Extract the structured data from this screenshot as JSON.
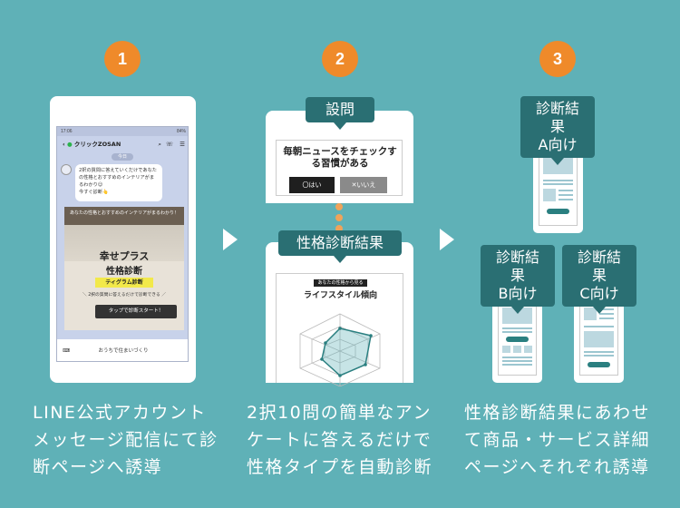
{
  "steps": [
    {
      "number": "1",
      "caption": "LINE公式アカウント\nメッセージ配信にて診\n断ページへ誘導"
    },
    {
      "number": "2",
      "caption": "2択10問の簡単なアン\nケートに答えるだけで\n性格タイプを自動診断"
    },
    {
      "number": "3",
      "caption": "性格診断結果にあわせ\nて商品・サービス詳細\nページへそれぞれ誘導"
    }
  ],
  "phone": {
    "status_time": "17:06",
    "status_right": "84%",
    "account_name": "クリックZOSAN",
    "date_chip": "今日",
    "message": "2択の質問に答えていくだけであなたの性格とおすすめのインテリアがまるわかり😊\n今すぐ診断👆",
    "banner_header": "あなたの性格とおすすめのインテリアがまるわかり！",
    "banner_brand": "幸せプラス",
    "banner_title": "性格診断",
    "banner_subtitle": "ティグラム診断",
    "banner_note": "＼ 2択の質問に答えるだけで診断できる ／",
    "banner_button": "タップで診断スタート！",
    "footer_text": "おうちで住まいづくり"
  },
  "question": {
    "tag": "設問",
    "text": "毎朝ニュースをチェックする習慣がある",
    "yes_label": "〇はい",
    "no_label": "✕いいえ"
  },
  "result": {
    "tag": "性格診断結果",
    "small_heading": "あなたの性格から見る",
    "title": "ライフスタイル傾向"
  },
  "results_tags": [
    {
      "label": "診断結果\nA向け"
    },
    {
      "label": "診断結果\nB向け"
    },
    {
      "label": "診断結果\nC向け"
    }
  ],
  "colors": {
    "background": "#5fb1b7",
    "accent": "#ef8a2a",
    "tag": "#2a6f73"
  }
}
